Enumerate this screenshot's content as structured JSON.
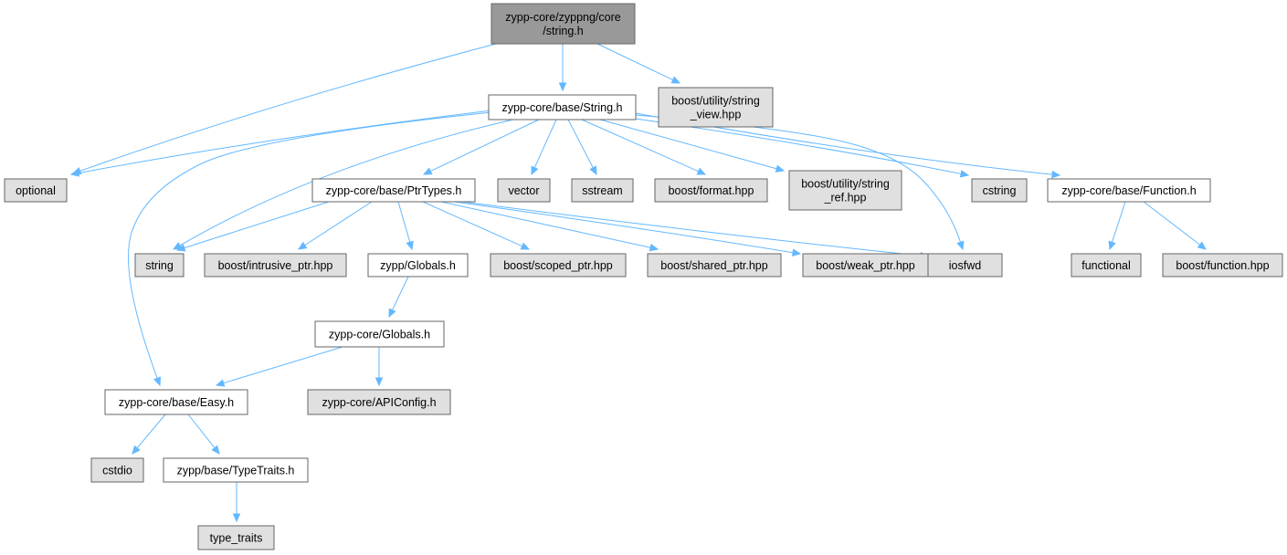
{
  "colors": {
    "focus_fill": "#999999",
    "documented_fill": "#ffffff",
    "external_fill": "#e0e0e0",
    "border": "#666666",
    "edge": "#63b8ff"
  },
  "nodes": [
    {
      "id": "root",
      "lines": [
        "zypp-core/zyppng/core",
        "/string.h"
      ],
      "kind": "focus"
    },
    {
      "id": "base_string",
      "lines": [
        "zypp-core/base/String.h"
      ],
      "kind": "documented"
    },
    {
      "id": "string_view",
      "lines": [
        "boost/utility/string",
        "_view.hpp"
      ],
      "kind": "external"
    },
    {
      "id": "optional",
      "lines": [
        "optional"
      ],
      "kind": "external"
    },
    {
      "id": "ptrtypes",
      "lines": [
        "zypp-core/base/PtrTypes.h"
      ],
      "kind": "documented"
    },
    {
      "id": "vector",
      "lines": [
        "vector"
      ],
      "kind": "external"
    },
    {
      "id": "sstream",
      "lines": [
        "sstream"
      ],
      "kind": "external"
    },
    {
      "id": "format",
      "lines": [
        "boost/format.hpp"
      ],
      "kind": "external"
    },
    {
      "id": "string_ref",
      "lines": [
        "boost/utility/string",
        "_ref.hpp"
      ],
      "kind": "external"
    },
    {
      "id": "cstring",
      "lines": [
        "cstring"
      ],
      "kind": "external"
    },
    {
      "id": "function_h",
      "lines": [
        "zypp-core/base/Function.h"
      ],
      "kind": "documented"
    },
    {
      "id": "string",
      "lines": [
        "string"
      ],
      "kind": "external"
    },
    {
      "id": "intrusive_ptr",
      "lines": [
        "boost/intrusive_ptr.hpp"
      ],
      "kind": "external"
    },
    {
      "id": "zypp_globals",
      "lines": [
        "zypp/Globals.h"
      ],
      "kind": "documented"
    },
    {
      "id": "scoped_ptr",
      "lines": [
        "boost/scoped_ptr.hpp"
      ],
      "kind": "external"
    },
    {
      "id": "shared_ptr",
      "lines": [
        "boost/shared_ptr.hpp"
      ],
      "kind": "external"
    },
    {
      "id": "weak_ptr",
      "lines": [
        "boost/weak_ptr.hpp"
      ],
      "kind": "external"
    },
    {
      "id": "iosfwd",
      "lines": [
        "iosfwd"
      ],
      "kind": "external"
    },
    {
      "id": "functional",
      "lines": [
        "functional"
      ],
      "kind": "external"
    },
    {
      "id": "boost_function",
      "lines": [
        "boost/function.hpp"
      ],
      "kind": "external"
    },
    {
      "id": "core_globals",
      "lines": [
        "zypp-core/Globals.h"
      ],
      "kind": "documented"
    },
    {
      "id": "easy",
      "lines": [
        "zypp-core/base/Easy.h"
      ],
      "kind": "documented"
    },
    {
      "id": "apiconfig",
      "lines": [
        "zypp-core/APIConfig.h"
      ],
      "kind": "external"
    },
    {
      "id": "cstdio",
      "lines": [
        "cstdio"
      ],
      "kind": "external"
    },
    {
      "id": "typetraits",
      "lines": [
        "zypp/base/TypeTraits.h"
      ],
      "kind": "documented"
    },
    {
      "id": "type_traits",
      "lines": [
        "type_traits"
      ],
      "kind": "external"
    }
  ],
  "edges": [
    {
      "from": "root",
      "to": "optional"
    },
    {
      "from": "root",
      "to": "base_string"
    },
    {
      "from": "root",
      "to": "string_view"
    },
    {
      "from": "base_string",
      "to": "optional"
    },
    {
      "from": "base_string",
      "to": "easy"
    },
    {
      "from": "base_string",
      "to": "string"
    },
    {
      "from": "base_string",
      "to": "ptrtypes"
    },
    {
      "from": "base_string",
      "to": "vector"
    },
    {
      "from": "base_string",
      "to": "sstream"
    },
    {
      "from": "base_string",
      "to": "format"
    },
    {
      "from": "base_string",
      "to": "string_ref"
    },
    {
      "from": "base_string",
      "to": "iosfwd"
    },
    {
      "from": "base_string",
      "to": "cstring"
    },
    {
      "from": "base_string",
      "to": "function_h"
    },
    {
      "from": "ptrtypes",
      "to": "string"
    },
    {
      "from": "ptrtypes",
      "to": "intrusive_ptr"
    },
    {
      "from": "ptrtypes",
      "to": "zypp_globals"
    },
    {
      "from": "ptrtypes",
      "to": "scoped_ptr"
    },
    {
      "from": "ptrtypes",
      "to": "shared_ptr"
    },
    {
      "from": "ptrtypes",
      "to": "weak_ptr"
    },
    {
      "from": "ptrtypes",
      "to": "iosfwd"
    },
    {
      "from": "function_h",
      "to": "functional"
    },
    {
      "from": "function_h",
      "to": "boost_function"
    },
    {
      "from": "zypp_globals",
      "to": "core_globals"
    },
    {
      "from": "core_globals",
      "to": "easy"
    },
    {
      "from": "core_globals",
      "to": "apiconfig"
    },
    {
      "from": "easy",
      "to": "cstdio"
    },
    {
      "from": "easy",
      "to": "typetraits"
    },
    {
      "from": "typetraits",
      "to": "type_traits"
    }
  ]
}
